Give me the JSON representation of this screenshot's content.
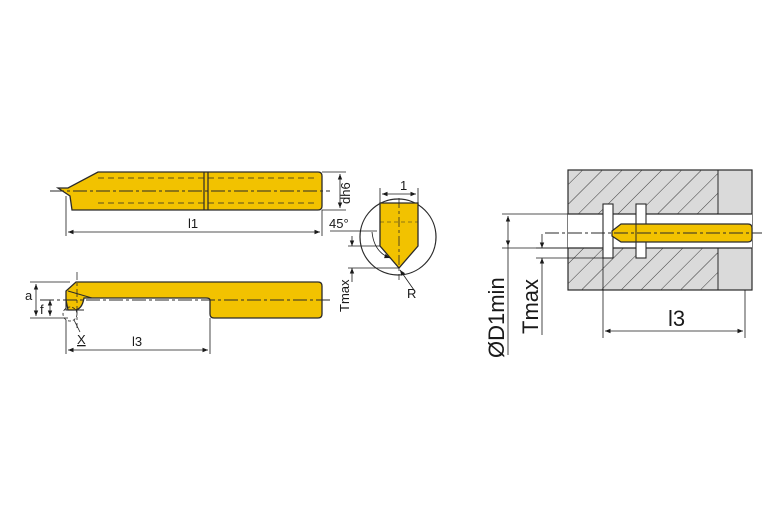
{
  "labels": {
    "dh6": "dh6",
    "l1": "l1",
    "one": "1",
    "angle": "45°",
    "tmax_small": "Tmax",
    "r": "R",
    "a": "a",
    "f": "f",
    "x": "X",
    "l3_small": "l3",
    "d1min": "ØD1min",
    "tmax_large": "Tmax",
    "l3_large": "l3"
  },
  "colors": {
    "tool_fill": "#F2C200",
    "tool_stroke": "#2a2a2a",
    "housing_fill": "#DADADA",
    "line": "#1a1a1a"
  }
}
